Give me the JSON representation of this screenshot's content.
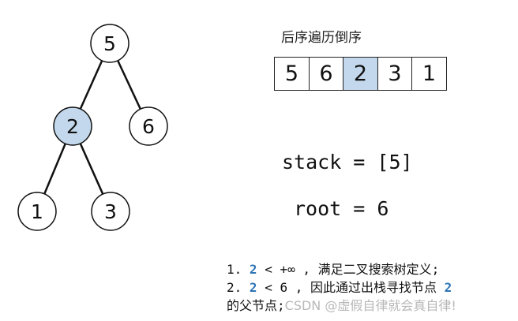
{
  "tree": {
    "nodes": [
      {
        "id": "n5",
        "label": "5",
        "highlighted": false
      },
      {
        "id": "n2",
        "label": "2",
        "highlighted": true
      },
      {
        "id": "n6",
        "label": "6",
        "highlighted": false
      },
      {
        "id": "n1",
        "label": "1",
        "highlighted": false
      },
      {
        "id": "n3",
        "label": "3",
        "highlighted": false
      }
    ],
    "edges": [
      [
        "n5",
        "n2"
      ],
      [
        "n5",
        "n6"
      ],
      [
        "n2",
        "n1"
      ],
      [
        "n2",
        "n3"
      ]
    ]
  },
  "sequence": {
    "title": "后序遍历倒序",
    "cells": [
      {
        "value": "5",
        "highlighted": false
      },
      {
        "value": "6",
        "highlighted": false
      },
      {
        "value": "2",
        "highlighted": true
      },
      {
        "value": "3",
        "highlighted": false
      },
      {
        "value": "1",
        "highlighted": false
      }
    ]
  },
  "state": {
    "stack_text": "stack = [5]",
    "root_text": "root = 6"
  },
  "notes": {
    "line1_prefix": "1.",
    "line1_num": "2",
    "line1_rest": "< +∞ , 满足二叉搜索树定义;",
    "line2_prefix": "2.",
    "line2_num": "2",
    "line2_mid": "< 6 , 因此通过出栈寻找节点",
    "line2_num2": "2",
    "line3_text": "的父节点;",
    "watermark": "CSDN @虚假自律就会真自律!"
  },
  "colors": {
    "highlight": "#c3d8ec",
    "emphasis": "#2e75b6",
    "stroke": "#111111"
  }
}
